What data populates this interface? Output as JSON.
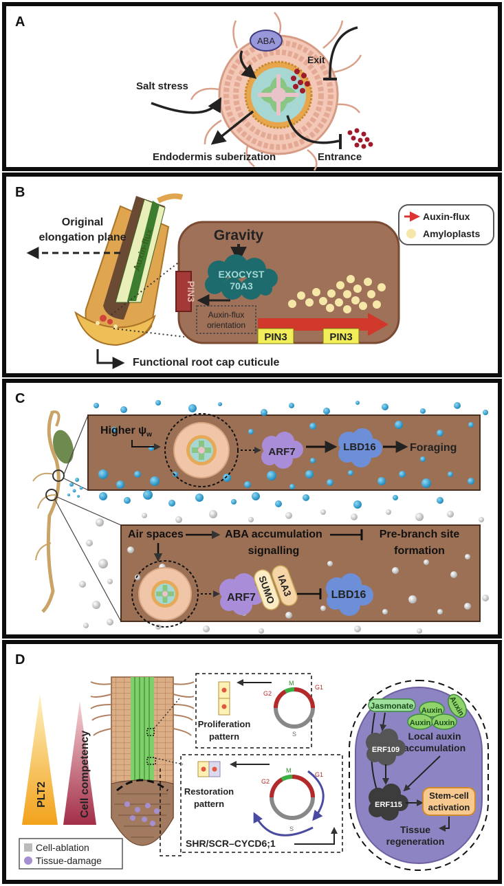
{
  "panel_a": {
    "letter": "A",
    "aba": "ABA",
    "exit": "Exit",
    "salt_stress": "Salt stress",
    "suberization": "Endodermis suberization",
    "entrance": "Entrance"
  },
  "panel_b": {
    "letter": "B",
    "original_line1": "Original",
    "original_line2": "elongation plane",
    "auxin_flux_root": "Auxin-flux",
    "legend_auxin": "Auxin-flux",
    "legend_amyloplasts": "Amyloplasts",
    "gravity": "Gravity",
    "exocyst_line1": "EXOCYST",
    "exocyst_line2": "70A3",
    "pin3_side": "PIN3",
    "orientation_line1": "Auxin-flux",
    "orientation_line2": "orientation",
    "pin3_a": "PIN3",
    "pin3_b": "PIN3",
    "cuticle": "Functional root cap cuticule"
  },
  "panel_c": {
    "letter": "C",
    "higher": "Higher ψ",
    "higher_sub": "w",
    "arf7_top": "ARF7",
    "lbd16_top": "LBD16",
    "foraging": "Foraging",
    "air_spaces": "Air spaces",
    "aba_accum": "ABA accumulation",
    "signalling": "signalling",
    "prebranch_line1": "Pre-branch site",
    "prebranch_line2": "formation",
    "arf7_bottom": "ARF7",
    "sumo": "SUMO",
    "iaa3": "IAA3",
    "lbd16_bottom": "LBD16"
  },
  "panel_d": {
    "letter": "D",
    "plt2": "PLT2",
    "competency": "Cell competency",
    "legend_ablation": "Cell-ablation",
    "legend_damage": "Tissue-damage",
    "prolif_line1": "Proliferation",
    "prolif_line2": "pattern",
    "restore_line1": "Restoration",
    "restore_line2": "pattern",
    "cycle_m": "M",
    "cycle_g1": "G1",
    "cycle_g2": "G2",
    "cycle_s": "S",
    "shr": "SHR/SCR–CYCD6;1",
    "jasmonate": "Jasmonate",
    "auxin": "Auxin",
    "local_line1": "Local auxin",
    "local_line2": "accumulation",
    "erf109": "ERF109",
    "erf115": "ERF115",
    "stem_line1": "Stem-cell",
    "stem_line2": "activation",
    "tissue_line1": "Tissue",
    "tissue_line2": "regeneration"
  },
  "colors": {
    "frame": "#0d0d0d",
    "chamber_brown": "#9c7054",
    "water_blue": "#2a9fd0",
    "air_grey": "#c8c8c8",
    "arf7_purple": "#a98dd8",
    "lbd16_blue": "#6d8fd8",
    "exocyst_teal": "#1e6b6e",
    "pin3_yellow": "#f2ee5a",
    "pin3_red": "#c0392b",
    "auxin_red": "#e0392b",
    "amyloplast": "#f5e7a8",
    "cell_purple": "#8d84c4",
    "auxin_green": "#8fd36a"
  }
}
